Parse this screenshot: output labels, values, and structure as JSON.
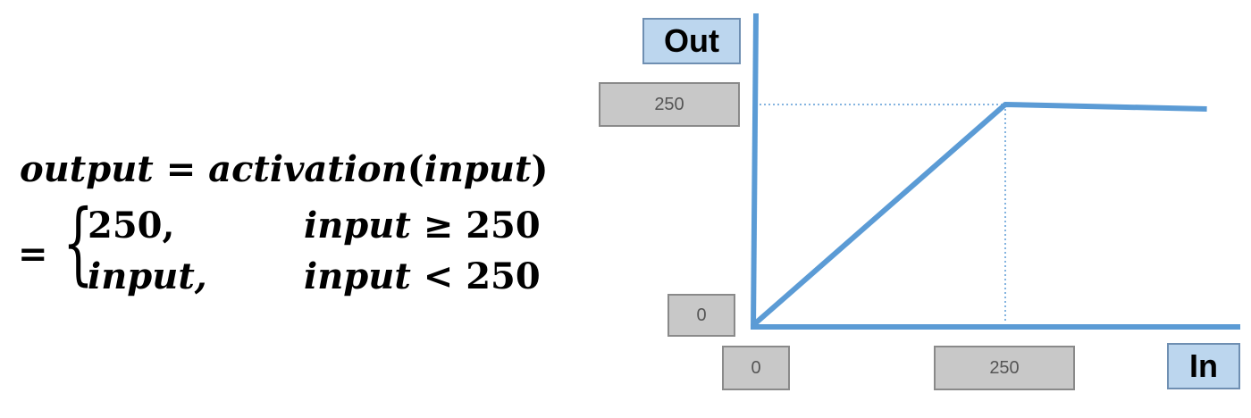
{
  "formula": {
    "lhs": "output",
    "eq1": "= ",
    "func": "activation",
    "arg_open": "(",
    "arg": "input",
    "arg_close": ")",
    "eq2": "=",
    "case1_value": "250,",
    "case1_condition_var": "input",
    "case1_condition_op": "≥ 250",
    "case2_value": "input,",
    "case2_condition_var": "input",
    "case2_condition_op": "< 250"
  },
  "chart_data": {
    "type": "line",
    "title": "",
    "xlabel": "In",
    "ylabel": "Out",
    "x_tick_labels": [
      "0",
      "250"
    ],
    "y_tick_labels": [
      "0",
      "250"
    ],
    "series": [
      {
        "x": [
          0,
          250,
          450
        ],
        "y": [
          0,
          250,
          245
        ]
      }
    ],
    "xlim": [
      0,
      500
    ],
    "ylim": [
      0,
      250
    ],
    "reference_lines": [
      {
        "orientation": "horizontal",
        "y": 250,
        "style": "dotted"
      },
      {
        "orientation": "vertical",
        "x": 250,
        "style": "dotted"
      }
    ],
    "line_color": "#5b9bd5",
    "axis_color": "#5b9bd5",
    "reference_color": "#5b9bd5",
    "grid": false
  }
}
